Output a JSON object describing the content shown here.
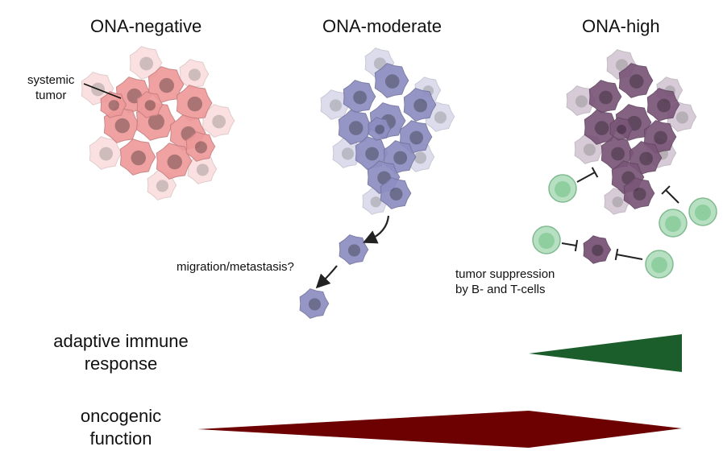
{
  "titles": {
    "negative": "ONA-negative",
    "moderate": "ONA-moderate",
    "high": "ONA-high"
  },
  "annotations": {
    "systemic_line1": "systemic",
    "systemic_line2": "tumor",
    "migration": "migration/metastasis?",
    "suppression_line1": "tumor suppression",
    "suppression_line2": "by B- and T-cells"
  },
  "scales": {
    "adaptive_line1": "adaptive immune",
    "adaptive_line2": "response",
    "oncogenic_line1": "oncogenic",
    "oncogenic_line2": "function"
  },
  "colors": {
    "negative_cell": "#ef9a9a",
    "moderate_cell": "#8e8ec2",
    "high_cell": "#7a5578",
    "immune_cell": "#8fcf9f",
    "adaptive_bar": "#1b5e2b",
    "oncogenic_bar": "#6d0000"
  },
  "icons": {
    "tumor": "tumor-cluster-icon",
    "immune": "immune-cell-icon",
    "inhibit": "inhibition-arrow-icon"
  }
}
